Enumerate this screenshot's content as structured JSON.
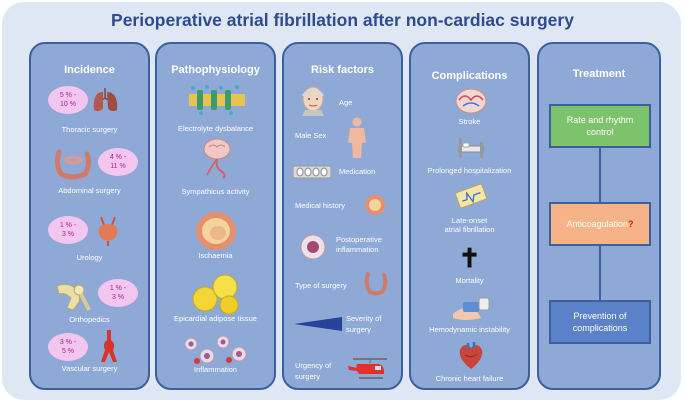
{
  "title": "Perioperative atrial fibrillation after non-cardiac surgery",
  "incidence": {
    "heading": "Incidence",
    "items": [
      {
        "pct": "5 % -\n10 %",
        "label": "Thoracic surgery"
      },
      {
        "pct": "4 % -\n11 %",
        "label": "Abdominal surgery"
      },
      {
        "pct": "1 % -\n3 %",
        "label": "Urology"
      },
      {
        "pct": "1 % -\n3 %",
        "label": "Orthopedics"
      },
      {
        "pct": "3 % -\n5 %",
        "label": "Vascular surgery"
      }
    ]
  },
  "pathophysiology": {
    "heading": "Pathophysiology",
    "items": [
      "Electrolyte dysbalance",
      "Sympathicus activity",
      "Ischaemia",
      "Epicardial adipose tissue",
      "Inflammation"
    ]
  },
  "risk_factors": {
    "heading": "Risk factors",
    "age": "Age",
    "male_sex": "Male Sex",
    "medication": "Medication",
    "medical_history": "Medical history",
    "postop_1": "Postoperative",
    "postop_2": "inflammation",
    "type_of_surgery": "Type of surgery",
    "severity_1": "Severity of",
    "severity_2": "surgery",
    "urgency_1": "Urgency of",
    "urgency_2": "surgery"
  },
  "complications": {
    "heading": "Complications",
    "stroke": "Stroke",
    "prolonged": "Prolonged hospitalization",
    "late_onset_1": "Late-onset",
    "late_onset_2": "atrial fibrillation",
    "mortality": "Mortality",
    "cross": "✝",
    "hemodynamic": "Hemodynamic instability",
    "chf": "Chronic heart failure"
  },
  "treatment": {
    "heading": "Treatment",
    "rate_rhythm": "Rate and rhythm\ncontrol",
    "anticoagulation": "Anticoagulation",
    "question_mark": "?",
    "prevention": "Prevention of\ncomplications"
  },
  "colors": {
    "column_fill": "#8fa9d6",
    "column_border": "#3c5f9e",
    "title": "#2e4b8f",
    "rate_rhythm_box": "#7dc36b",
    "anticoagulation_box": "#f5b387",
    "prevention_box": "#5b82c8",
    "pill": "#f2c6ee"
  }
}
